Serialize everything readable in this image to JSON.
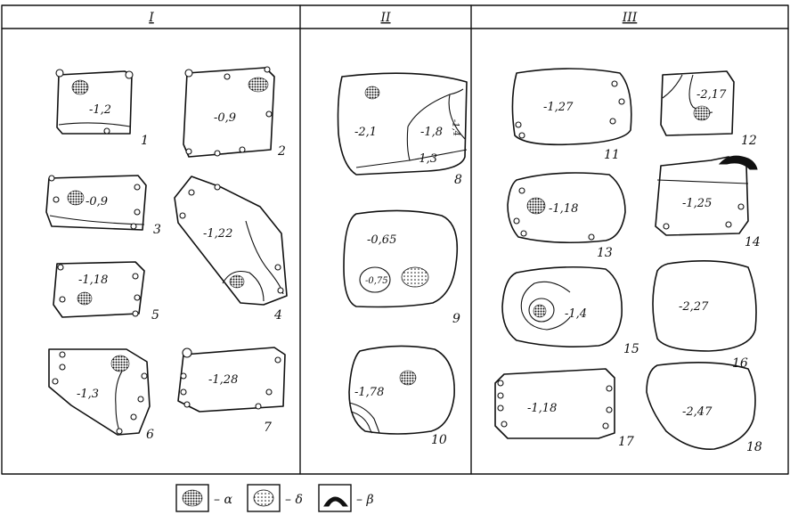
{
  "columns": [
    {
      "roman": "I"
    },
    {
      "roman": "II"
    },
    {
      "roman": "III"
    }
  ],
  "specimens": [
    {
      "n": "1",
      "v": "-1,2"
    },
    {
      "n": "2",
      "v": "-0,9"
    },
    {
      "n": "3",
      "v": "-0,9"
    },
    {
      "n": "4",
      "v": "-1,22"
    },
    {
      "n": "5",
      "v": "-1,18"
    },
    {
      "n": "6",
      "v": "-1,3"
    },
    {
      "n": "7",
      "v": "-1,28"
    },
    {
      "n": "8",
      "v": "-2,1",
      "v2": "-1,8",
      "v3": "-1,3",
      "v4": "-1,4"
    },
    {
      "n": "9",
      "v": "-0,65",
      "v2": "-0,75"
    },
    {
      "n": "10",
      "v": "-1,78"
    },
    {
      "n": "11",
      "v": "-1,27"
    },
    {
      "n": "12",
      "v": "-2,17"
    },
    {
      "n": "13",
      "v": "-1,18"
    },
    {
      "n": "14",
      "v": "-1,25"
    },
    {
      "n": "15",
      "v": "-1,4"
    },
    {
      "n": "16",
      "v": "-2,27"
    },
    {
      "n": "17",
      "v": "-1,18"
    },
    {
      "n": "18",
      "v": "-2,47"
    }
  ],
  "legend": [
    {
      "key": "a",
      "text": "– α"
    },
    {
      "key": "b",
      "text": "– δ"
    },
    {
      "key": "c",
      "text": "– β"
    }
  ],
  "colors": {
    "ink": "#111111",
    "paper": "#ffffff"
  }
}
